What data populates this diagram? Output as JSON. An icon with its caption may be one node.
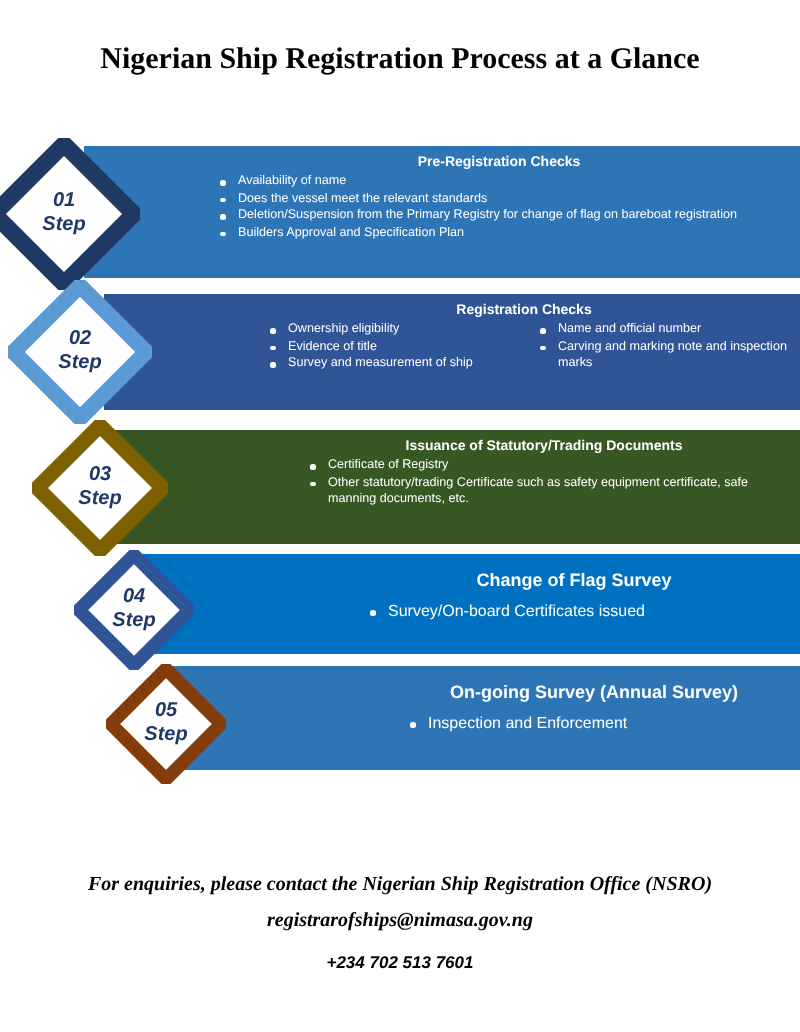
{
  "diagram": {
    "title": "Nigerian Ship Registration Process at a Glance",
    "nodes": [
      {
        "text": [
          "Pre-Registration Checks",
          "Availability of name",
          "Does the vessel meet the relevant standards",
          "Deletion/Suspension from the Primary Registry for change of flag on bareboat registration",
          "Builders Approval and Specification Plan"
        ]
      },
      {
        "text": [
          "01",
          "Step"
        ]
      },
      {
        "text": [
          "Registration Checks",
          "Ownership eligibility",
          "Evidence of title",
          "Survey and measurement of ship",
          "Name and official number",
          "Carving and marking note and inspection marks"
        ]
      },
      {
        "text": [
          "02",
          "Step"
        ]
      },
      {
        "text": [
          "Issuance of Statutory/Trading Documents",
          "Certificate of Registry",
          "Other statutory/trading Certificate such as safety equipment certificate, safe manning documents, etc."
        ]
      },
      {
        "text": [
          "03",
          "Step"
        ]
      },
      {
        "text": [
          "Change of Flag Survey",
          "Survey/On-board Certificates issued"
        ]
      },
      {
        "text": [
          "04",
          "Step"
        ]
      },
      {
        "text": [
          "On-going Survey (Annual Survey)",
          "Inspection and Enforcement"
        ]
      },
      {
        "text": [
          "05",
          "Step"
        ]
      }
    ],
    "labels": [
      "For enquiries, please contact the Nigerian Ship Registration Office (NSRO)",
      "registrarofships@nimasa.gov.ng",
      "+234 702 513 7601"
    ]
  }
}
